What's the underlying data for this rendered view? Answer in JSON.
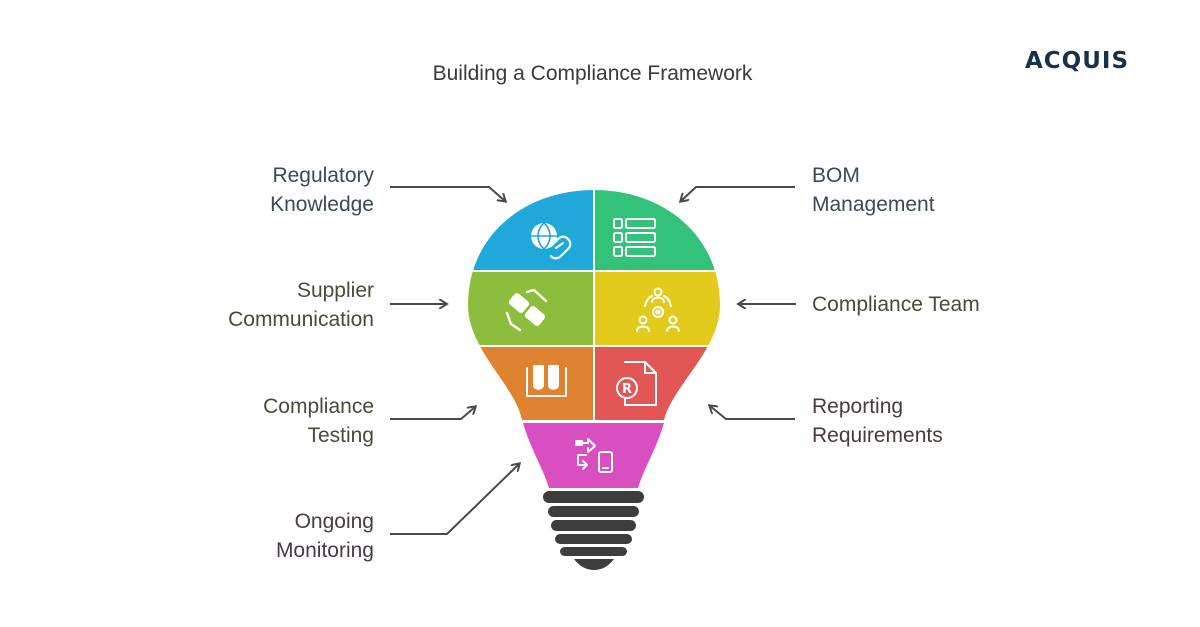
{
  "title": "Building a Compliance Framework",
  "logo": {
    "text": "ACQUIS",
    "color": "#15314c"
  },
  "items": [
    {
      "id": "regulatory-knowledge",
      "lines": [
        "Regulatory",
        "Knowledge"
      ],
      "color": "#1fa9d9",
      "icon": "globe-link-icon",
      "text_color": "#3c4a55"
    },
    {
      "id": "bom-management",
      "lines": [
        "BOM",
        "Management"
      ],
      "color": "#33c27a",
      "icon": "list-icon",
      "text_color": "#3c4a55"
    },
    {
      "id": "supplier-communication",
      "lines": [
        "Supplier",
        "Communication"
      ],
      "color": "#8dbd3c",
      "icon": "handshake-icon",
      "text_color": "#4a4a3a"
    },
    {
      "id": "compliance-team",
      "lines": [
        "Compliance Team"
      ],
      "color": "#e3cb1c",
      "icon": "team-gear-icon",
      "text_color": "#4a4a3a"
    },
    {
      "id": "compliance-testing",
      "lines": [
        "Compliance",
        "Testing"
      ],
      "color": "#e08331",
      "icon": "test-tubes-icon",
      "text_color": "#4a4a3a"
    },
    {
      "id": "reporting-requirements",
      "lines": [
        "Reporting",
        "Requirements"
      ],
      "color": "#e35656",
      "icon": "registered-document-icon",
      "text_color": "#4a3a3a"
    },
    {
      "id": "ongoing-monitoring",
      "lines": [
        "Ongoing",
        "Monitoring"
      ],
      "color": "#d94ec0",
      "icon": "device-sync-icon",
      "text_color": "#4a3a45"
    }
  ],
  "base_color": "#3d3d3d",
  "arrow_color": "#4a4a4a"
}
